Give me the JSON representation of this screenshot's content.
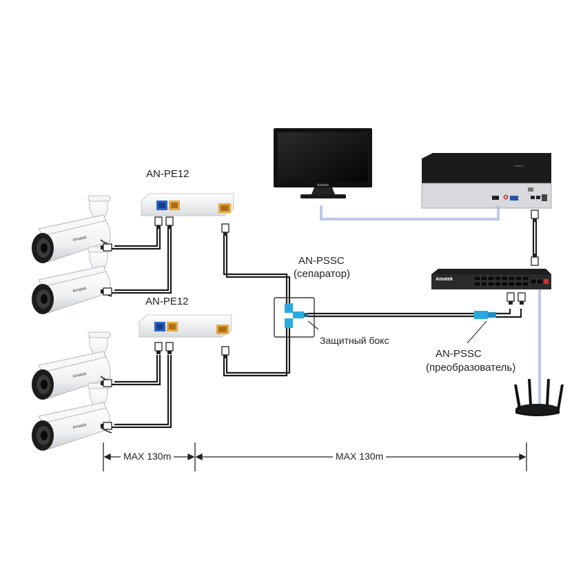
{
  "labels": {
    "pe12_top": "AN-PE12",
    "pe12_bottom": "AN-PE12",
    "pssc_separator_model": "AN-PSSC",
    "pssc_separator_role": "(сепаратор)",
    "protective_box": "Защитный бокс",
    "pssc_converter_model": "AN-PSSC",
    "pssc_converter_role": "(преобразователь)"
  },
  "brand_marks": {
    "switch": "Amatek",
    "camera": "Amatek",
    "monitor": "Amatek",
    "nvr": "Amatek"
  },
  "dimensions": {
    "left_span": "MAX 130m",
    "right_span": "MAX 130m"
  },
  "colors": {
    "cable": "#1a1a1a",
    "video_link": "#7b8fd6",
    "blue_port": "#2a63c9",
    "yellow_port": "#e7a63d",
    "pssc_blue": "#29a9e0"
  },
  "icons": [
    "bullet-camera-icon",
    "monitor-icon",
    "nvr-recorder-icon",
    "poe-switch-icon",
    "wifi-router-icon",
    "poe-extender-icon",
    "rj45-connector-icon"
  ]
}
